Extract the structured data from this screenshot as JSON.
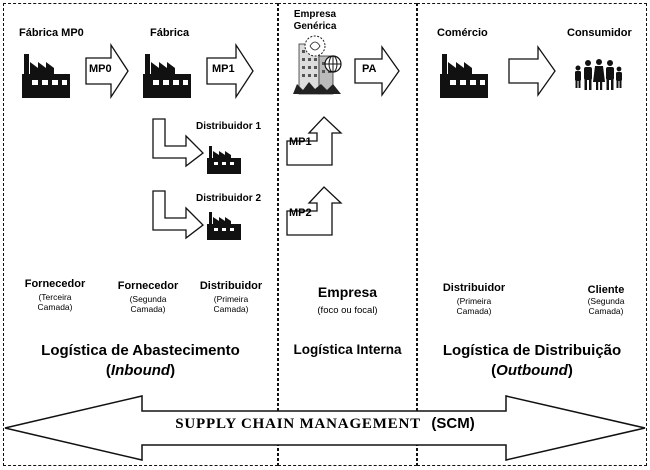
{
  "inbound": {
    "nodes": {
      "fabrica_mp0": "Fábrica MP0",
      "fabrica": "Fábrica",
      "distribuidor1": "Distribuidor 1",
      "distribuidor2": "Distribuidor 2"
    },
    "arrows": {
      "mp0": "MP0",
      "mp1": "MP1"
    },
    "roles": [
      {
        "title": "Fornecedor",
        "sub1": "(Terceira",
        "sub2": "Camada)"
      },
      {
        "title": "Fornecedor",
        "sub1": "(Segunda",
        "sub2": "Camada)"
      },
      {
        "title": "Distribuidor",
        "sub1": "(Primeira",
        "sub2": "Camada)"
      }
    ],
    "title_line1": "Logística de Abastecimento",
    "title_open": "(",
    "title_italic": "Inbound",
    "title_close": ")"
  },
  "internal": {
    "company_line1": "Empresa",
    "company_line2": "Genérica",
    "arrows": {
      "pa": "PA",
      "mp1": "MP1",
      "mp2": "MP2"
    },
    "role_title": "Empresa",
    "role_sub": "(foco ou focal)",
    "title": "Logística Interna"
  },
  "outbound": {
    "nodes": {
      "comercio": "Comércio",
      "consumidor": "Consumidor"
    },
    "roles": [
      {
        "title": "Distribuidor",
        "sub1": "(Primeira",
        "sub2": "Camada)"
      },
      {
        "title": "Cliente",
        "sub1": "(Segunda",
        "sub2": "Camada)"
      }
    ],
    "title_line1": "Logística de Distribuição",
    "title_open": "(",
    "title_italic": "Outbound",
    "title_close": ")"
  },
  "scm": {
    "label": "SUPPLY CHAIN MANAGEMENT",
    "abbr": "(SCM)"
  }
}
